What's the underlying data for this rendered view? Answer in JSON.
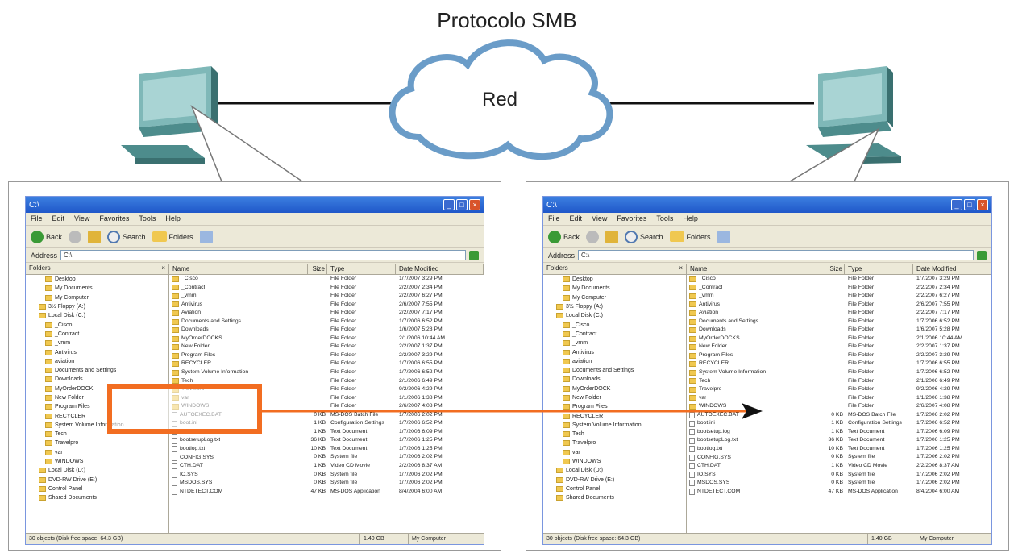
{
  "title": "Protocolo SMB",
  "network_label": "Red",
  "colors": {
    "highlight": "#f26d21",
    "arrow": "#f26d21",
    "computer": "#5c9e9e"
  },
  "window": {
    "title": "C:\\",
    "menu": [
      "File",
      "Edit",
      "View",
      "Favorites",
      "Tools",
      "Help"
    ],
    "toolbar": {
      "back": "Back",
      "search": "Search",
      "folders": "Folders"
    },
    "address_label": "Address",
    "address_value": "C:\\",
    "folders_header": "Folders",
    "columns": {
      "name": "Name",
      "size": "Size",
      "type": "Type",
      "date": "Date Modified"
    },
    "status": {
      "objects": "30 objects (Disk free space: 64.3 GB)",
      "size": "1.40 GB",
      "location": "My Computer"
    }
  },
  "left_tree": [
    "Desktop",
    "My Documents",
    "My Computer",
    "3½ Floppy (A:)",
    "Local Disk (C:)",
    "_Cisco",
    "_Contract",
    "_vmm",
    "Antivirus",
    "aviation",
    "Documents and Settings",
    "Downloads",
    "MyOrderDOCK",
    "New Folder",
    "Program Files",
    "RECYCLER",
    "System Volume Information",
    "Tech",
    "Travelpro",
    "var",
    "WINDOWS",
    "Local Disk (D:)",
    "DVD-RW Drive (E:)",
    "Control Panel",
    "Shared Documents"
  ],
  "right_tree": [
    "Desktop",
    "My Documents",
    "My Computer",
    "3½ Floppy (A:)",
    "Local Disk (C:)",
    "_Cisco",
    "_Contract",
    "_vmm",
    "Antivirus",
    "aviation",
    "Documents and Settings",
    "Downloads",
    "MyOrderDOCK",
    "New Folder",
    "Program Files",
    "RECYCLER",
    "System Volume Information",
    "Tech",
    "Travelpro",
    "var",
    "WINDOWS",
    "Local Disk (D:)",
    "DVD-RW Drive (E:)",
    "Control Panel",
    "Shared Documents"
  ],
  "files": [
    {
      "name": "_Cisco",
      "size": "",
      "type": "File Folder",
      "date": "1/7/2007 3:29 PM",
      "folder": true
    },
    {
      "name": "_Contract",
      "size": "",
      "type": "File Folder",
      "date": "2/2/2007 2:34 PM",
      "folder": true
    },
    {
      "name": "_vmm",
      "size": "",
      "type": "File Folder",
      "date": "2/2/2007 6:27 PM",
      "folder": true
    },
    {
      "name": "Antivirus",
      "size": "",
      "type": "File Folder",
      "date": "2/6/2007 7:55 PM",
      "folder": true
    },
    {
      "name": "Aviation",
      "size": "",
      "type": "File Folder",
      "date": "2/2/2007 7:17 PM",
      "folder": true
    },
    {
      "name": "Documents and Settings",
      "size": "",
      "type": "File Folder",
      "date": "1/7/2006 6:52 PM",
      "folder": true
    },
    {
      "name": "Downloads",
      "size": "",
      "type": "File Folder",
      "date": "1/6/2007 5:28 PM",
      "folder": true
    },
    {
      "name": "MyOrderDOCKS",
      "size": "",
      "type": "File Folder",
      "date": "2/1/2006 10:44 AM",
      "folder": true
    },
    {
      "name": "New Folder",
      "size": "",
      "type": "File Folder",
      "date": "2/2/2007 1:37 PM",
      "folder": true
    },
    {
      "name": "Program Files",
      "size": "",
      "type": "File Folder",
      "date": "2/2/2007 3:29 PM",
      "folder": true
    },
    {
      "name": "RECYCLER",
      "size": "",
      "type": "File Folder",
      "date": "1/7/2006 6:55 PM",
      "folder": true
    },
    {
      "name": "System Volume Information",
      "size": "",
      "type": "File Folder",
      "date": "1/7/2006 6:52 PM",
      "folder": true
    },
    {
      "name": "Tech",
      "size": "",
      "type": "File Folder",
      "date": "2/1/2006 6:49 PM",
      "folder": true
    },
    {
      "name": "Travelpro",
      "size": "",
      "type": "File Folder",
      "date": "9/2/2006 4:29 PM",
      "folder": true
    },
    {
      "name": "var",
      "size": "",
      "type": "File Folder",
      "date": "1/1/2006 1:38 PM",
      "folder": true
    },
    {
      "name": "WINDOWS",
      "size": "",
      "type": "File Folder",
      "date": "2/6/2007 4:08 PM",
      "folder": true
    },
    {
      "name": "AUTOEXEC.BAT",
      "size": "0 KB",
      "type": "MS-DOS Batch File",
      "date": "1/7/2006 2:02 PM",
      "folder": false
    },
    {
      "name": "boot.ini",
      "size": "1 KB",
      "type": "Configuration Settings",
      "date": "1/7/2006 6:52 PM",
      "folder": false
    },
    {
      "name": "bootsetup.log",
      "size": "1 KB",
      "type": "Text Document",
      "date": "1/7/2006 6:09 PM",
      "folder": false
    },
    {
      "name": "bootsetupLog.txt",
      "size": "36 KB",
      "type": "Text Document",
      "date": "1/7/2006 1:25 PM",
      "folder": false
    },
    {
      "name": "bootlog.txt",
      "size": "10 KB",
      "type": "Text Document",
      "date": "1/7/2006 1:25 PM",
      "folder": false
    },
    {
      "name": "CONFIG.SYS",
      "size": "0 KB",
      "type": "System file",
      "date": "1/7/2006 2:02 PM",
      "folder": false
    },
    {
      "name": "CTH.DAT",
      "size": "1 KB",
      "type": "Video CD Movie",
      "date": "2/2/2006 8:37 AM",
      "folder": false
    },
    {
      "name": "IO.SYS",
      "size": "0 KB",
      "type": "System file",
      "date": "1/7/2006 2:02 PM",
      "folder": false
    },
    {
      "name": "MSDOS.SYS",
      "size": "0 KB",
      "type": "System file",
      "date": "1/7/2006 2:02 PM",
      "folder": false
    },
    {
      "name": "NTDETECT.COM",
      "size": "47 KB",
      "type": "MS-DOS Application",
      "date": "8/4/2004 6:00 AM",
      "folder": false
    }
  ]
}
